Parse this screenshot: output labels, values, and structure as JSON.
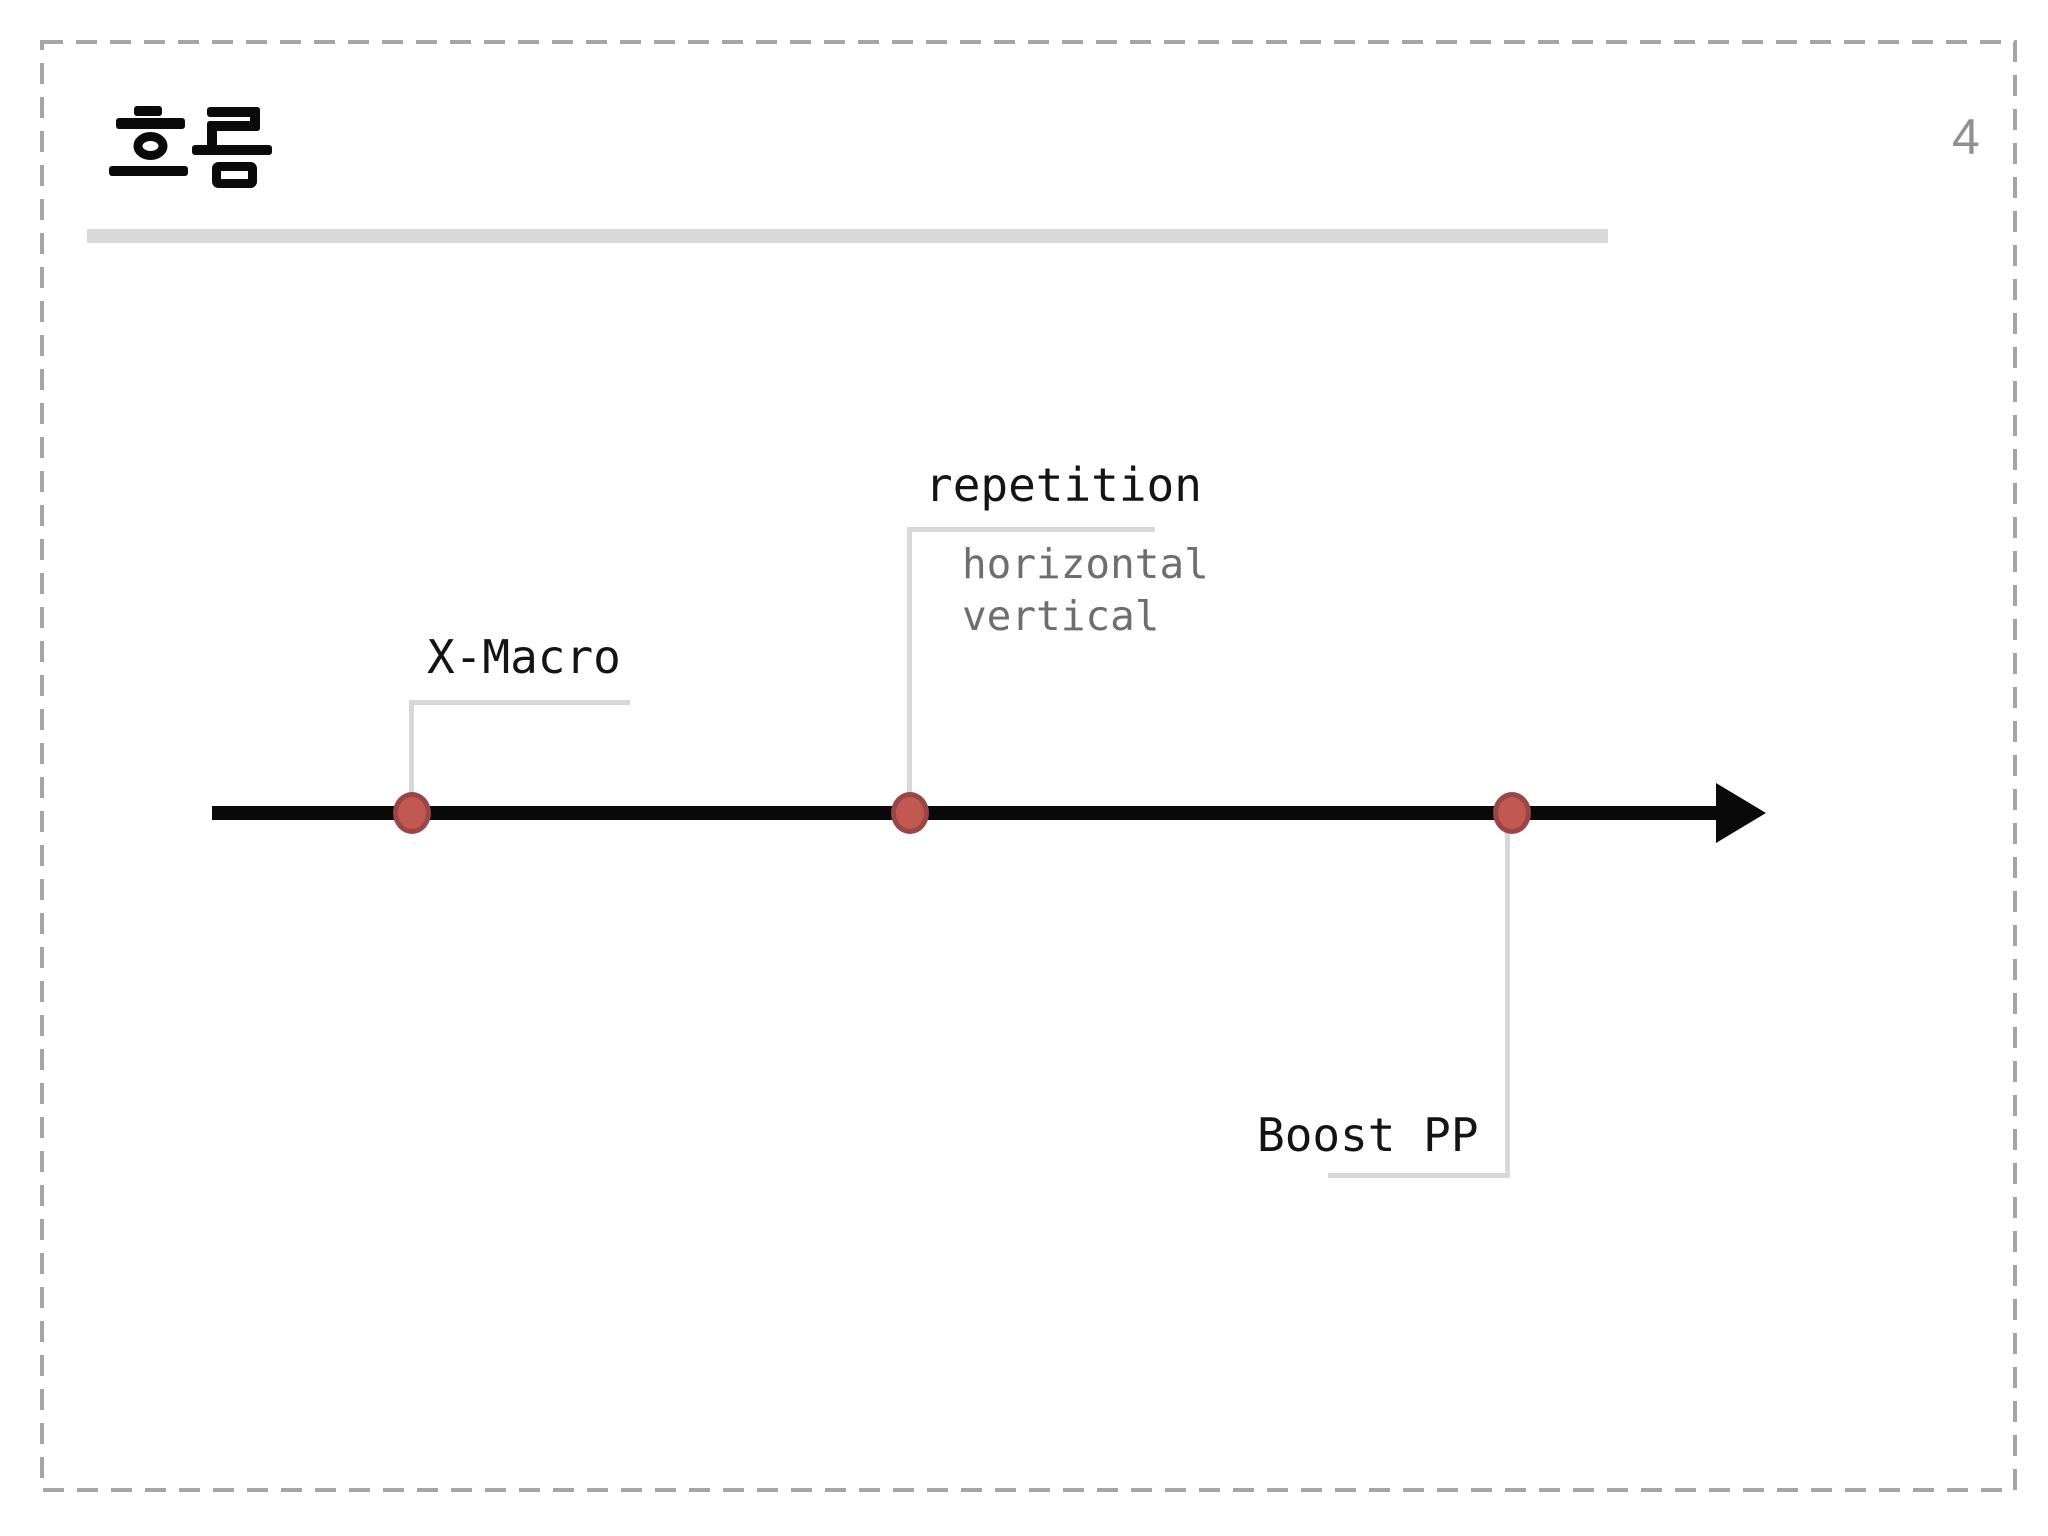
{
  "slide": {
    "title": "흐름",
    "page_number": "4"
  },
  "timeline": {
    "milestones": [
      {
        "label": "X-Macro",
        "sub_items": []
      },
      {
        "label": "repetition",
        "sub_items": [
          "horizontal",
          "vertical"
        ]
      },
      {
        "label": "Boost PP",
        "sub_items": []
      }
    ]
  },
  "colors": {
    "timeline_black": "#0a0a0a",
    "dot_fill": "#c15952",
    "dot_border": "#9a4646",
    "connector_gray": "#d8d8d8",
    "title_underline_gray": "#d9d9d9",
    "muted_text_gray": "#6e6e6e",
    "page_number_gray": "#909090",
    "dashed_border_gray": "#a5a5a5"
  }
}
